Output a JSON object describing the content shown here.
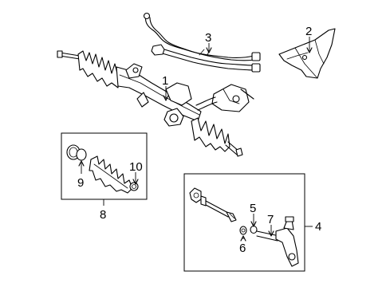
{
  "callouts": {
    "c1": "1",
    "c2": "2",
    "c3": "3",
    "c4": "4",
    "c5": "5",
    "c6": "6",
    "c7": "7",
    "c8": "8",
    "c9": "9",
    "c10": "10"
  }
}
